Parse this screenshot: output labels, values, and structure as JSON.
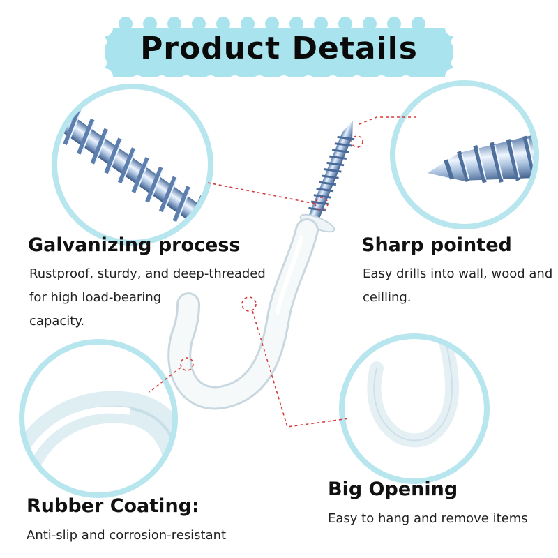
{
  "banner": {
    "title": "Product Details",
    "color": "#a9e3ee"
  },
  "accent_color": "#b8e6ee",
  "leader_color": "#d63a3a",
  "features": {
    "galvanizing": {
      "title": "Galvanizing process",
      "lines": [
        "Rustproof, sturdy, and deep-threaded",
        "for high load-bearing",
        "capacity."
      ]
    },
    "sharp": {
      "title": "Sharp pointed",
      "lines": [
        "Easy drills into wall, wood and",
        "ceilling."
      ]
    },
    "big_opening": {
      "title": "Big Opening",
      "lines": [
        "Easy to hang and remove items"
      ]
    },
    "rubber": {
      "title": "Rubber Coating:",
      "lines": [
        "Anti-slip and corrosion-resistant"
      ]
    }
  }
}
